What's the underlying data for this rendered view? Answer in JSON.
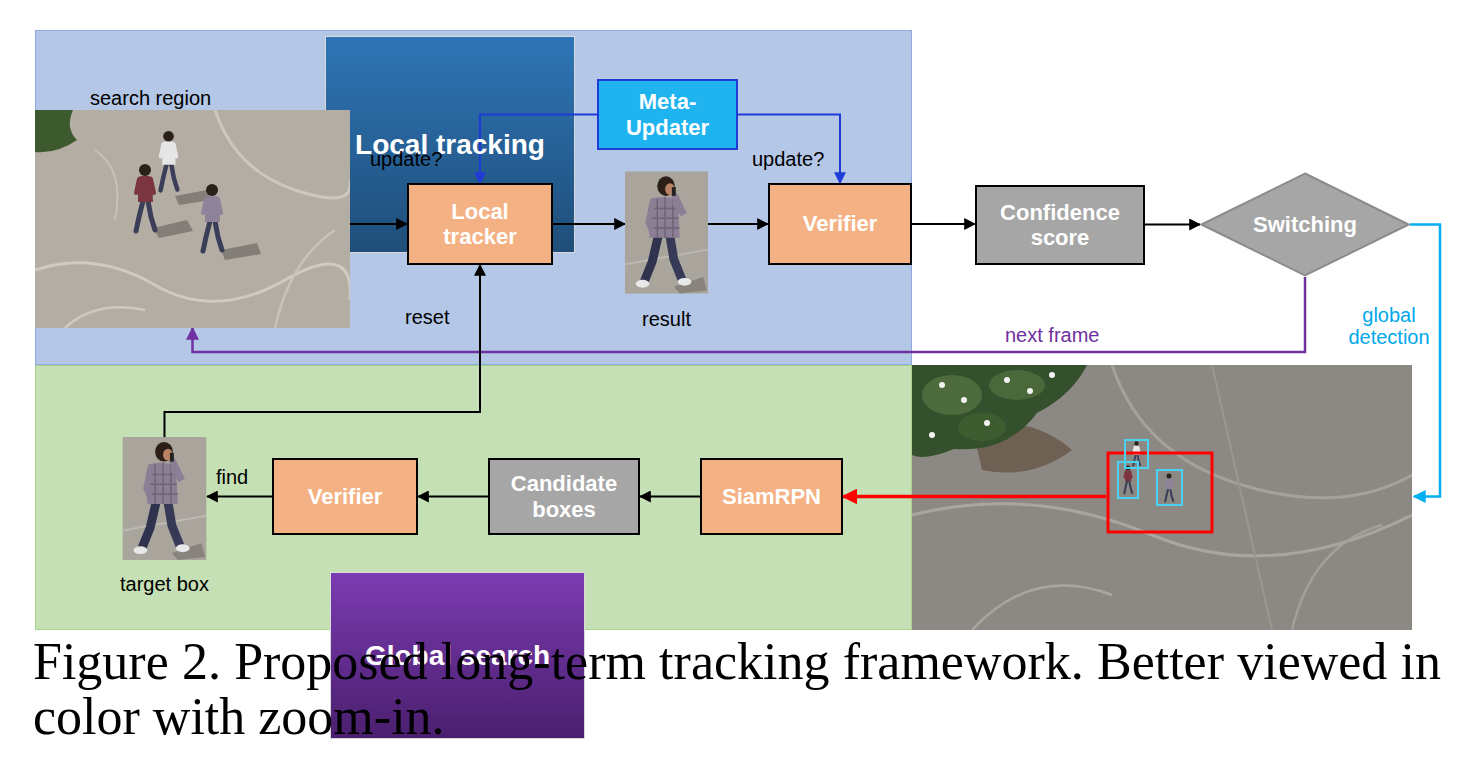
{
  "diagram": {
    "caption": "Figure 2. Proposed long-term tracking framework. Better viewed in color with zoom-in.",
    "nodes": [
      {
        "text": [
          "Local tracking"
        ]
      },
      {
        "text": [
          "search region"
        ],
        "in": 0
      },
      {
        "text": [
          "Meta- Updater"
        ],
        "in": 0
      },
      {
        "text": [
          "Local tracker"
        ],
        "in": 0
      },
      {
        "text": [
          "result"
        ],
        "in": 0
      },
      {
        "text": [
          "Verifier"
        ],
        "in": 0
      },
      {
        "text": [
          "Confidence score"
        ]
      },
      {
        "text": [
          "Switching"
        ]
      },
      {
        "text": [
          "Global search"
        ]
      },
      {
        "text": [
          "target box"
        ],
        "in": 8
      },
      {
        "text": [
          "Verifier"
        ],
        "in": 8
      },
      {
        "text": [
          "Candidate boxes"
        ],
        "in": 8
      },
      {
        "text": [
          "SiamRPN"
        ],
        "in": 8
      }
    ],
    "edges": [
      {
        "from": 1,
        "to": 3,
        "arrow": "to"
      },
      {
        "from": 3,
        "to": 4,
        "arrow": "to"
      },
      {
        "from": 4,
        "to": 5,
        "arrow": "to"
      },
      {
        "from": 5,
        "to": 6,
        "arrow": "to"
      },
      {
        "from": 6,
        "to": 7,
        "arrow": "to"
      },
      {
        "from": 2,
        "to": 3,
        "label": "update?",
        "arrow": "to"
      },
      {
        "from": 2,
        "to": 5,
        "label": "update?",
        "arrow": "to"
      },
      {
        "from": 7,
        "to": 1,
        "label": "next frame",
        "arrow": "to"
      },
      {
        "from": 7,
        "to": 12,
        "label": "global detection",
        "arrow": "to"
      },
      {
        "from": 12,
        "to": 11,
        "arrow": "to"
      },
      {
        "from": 11,
        "to": 10,
        "arrow": "to"
      },
      {
        "from": 10,
        "to": 9,
        "label": "find",
        "arrow": "to"
      },
      {
        "from": 9,
        "to": 3,
        "label": "reset",
        "arrow": "to"
      }
    ]
  }
}
